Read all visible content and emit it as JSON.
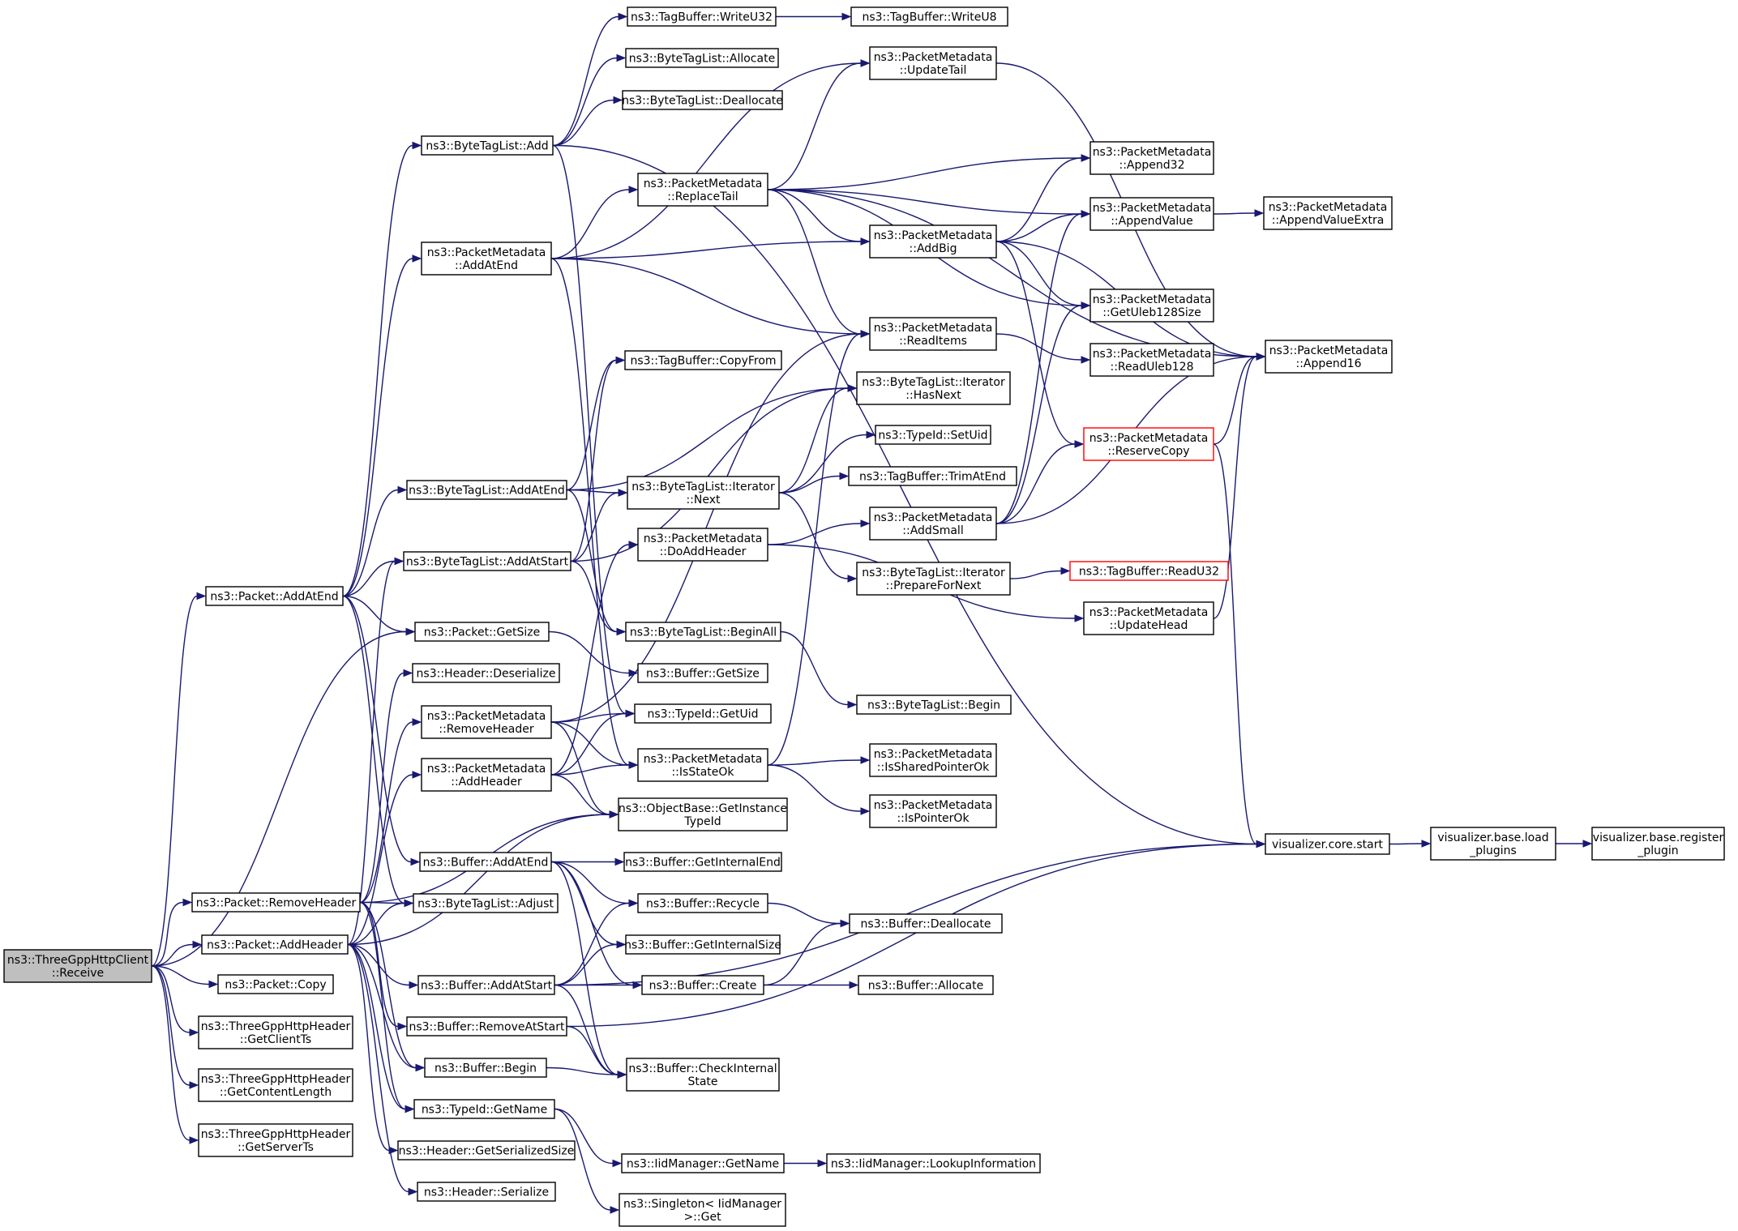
{
  "nodes": [
    {
      "id": "root",
      "lines": [
        "ns3::ThreeGppHttpClient",
        "::Receive"
      ],
      "style": "root"
    },
    {
      "id": "pkt_addatend",
      "lines": [
        "ns3::Packet::AddAtEnd"
      ]
    },
    {
      "id": "pkt_removeheader",
      "lines": [
        "ns3::Packet::RemoveHeader"
      ]
    },
    {
      "id": "pkt_addheader",
      "lines": [
        "ns3::Packet::AddHeader"
      ]
    },
    {
      "id": "pkt_copy",
      "lines": [
        "ns3::Packet::Copy"
      ]
    },
    {
      "id": "hdr_clientts",
      "lines": [
        "ns3::ThreeGppHttpHeader",
        "::GetClientTs"
      ]
    },
    {
      "id": "hdr_contentlength",
      "lines": [
        "ns3::ThreeGppHttpHeader",
        "::GetContentLength"
      ]
    },
    {
      "id": "hdr_serverts",
      "lines": [
        "ns3::ThreeGppHttpHeader",
        "::GetServerTs"
      ]
    },
    {
      "id": "btl_add",
      "lines": [
        "ns3::ByteTagList::Add"
      ]
    },
    {
      "id": "pm_addatend",
      "lines": [
        "ns3::PacketMetadata",
        "::AddAtEnd"
      ]
    },
    {
      "id": "btl_addatend",
      "lines": [
        "ns3::ByteTagList::AddAtEnd"
      ]
    },
    {
      "id": "btl_addatstart",
      "lines": [
        "ns3::ByteTagList::AddAtStart"
      ]
    },
    {
      "id": "pkt_getsize",
      "lines": [
        "ns3::Packet::GetSize"
      ]
    },
    {
      "id": "hdr_deserialize",
      "lines": [
        "ns3::Header::Deserialize"
      ]
    },
    {
      "id": "pm_removeheader",
      "lines": [
        "ns3::PacketMetadata",
        "::RemoveHeader"
      ]
    },
    {
      "id": "pm_addheader",
      "lines": [
        "ns3::PacketMetadata",
        "::AddHeader"
      ]
    },
    {
      "id": "buf_addatend",
      "lines": [
        "ns3::Buffer::AddAtEnd"
      ]
    },
    {
      "id": "btl_adjust",
      "lines": [
        "ns3::ByteTagList::Adjust"
      ]
    },
    {
      "id": "buf_addatstart",
      "lines": [
        "ns3::Buffer::AddAtStart"
      ]
    },
    {
      "id": "buf_removeatstart",
      "lines": [
        "ns3::Buffer::RemoveAtStart"
      ]
    },
    {
      "id": "buf_begin",
      "lines": [
        "ns3::Buffer::Begin"
      ]
    },
    {
      "id": "tid_getname",
      "lines": [
        "ns3::TypeId::GetName"
      ]
    },
    {
      "id": "hdr_getserializedsize",
      "lines": [
        "ns3::Header::GetSerializedSize"
      ]
    },
    {
      "id": "hdr_serialize",
      "lines": [
        "ns3::Header::Serialize"
      ]
    },
    {
      "id": "tb_writeu32",
      "lines": [
        "ns3::TagBuffer::WriteU32"
      ]
    },
    {
      "id": "btl_allocate",
      "lines": [
        "ns3::ByteTagList::Allocate"
      ]
    },
    {
      "id": "btl_deallocate",
      "lines": [
        "ns3::ByteTagList::Deallocate"
      ]
    },
    {
      "id": "pm_replacetail",
      "lines": [
        "ns3::PacketMetadata",
        "::ReplaceTail"
      ]
    },
    {
      "id": "tb_copyfrom",
      "lines": [
        "ns3::TagBuffer::CopyFrom"
      ]
    },
    {
      "id": "btli_next",
      "lines": [
        "ns3::ByteTagList::Iterator",
        "::Next"
      ]
    },
    {
      "id": "pm_doaddheader",
      "lines": [
        "ns3::PacketMetadata",
        "::DoAddHeader"
      ]
    },
    {
      "id": "btl_beginall",
      "lines": [
        "ns3::ByteTagList::BeginAll"
      ]
    },
    {
      "id": "buf_getsize",
      "lines": [
        "ns3::Buffer::GetSize"
      ]
    },
    {
      "id": "tid_getuid",
      "lines": [
        "ns3::TypeId::GetUid"
      ]
    },
    {
      "id": "pm_isstateok",
      "lines": [
        "ns3::PacketMetadata",
        "::IsStateOk"
      ]
    },
    {
      "id": "ob_getinstancetypeid",
      "lines": [
        "ns3::ObjectBase::GetInstance",
        "TypeId"
      ]
    },
    {
      "id": "buf_getinternalend",
      "lines": [
        "ns3::Buffer::GetInternalEnd"
      ]
    },
    {
      "id": "buf_recycle",
      "lines": [
        "ns3::Buffer::Recycle"
      ]
    },
    {
      "id": "buf_getinternalsize",
      "lines": [
        "ns3::Buffer::GetInternalSize"
      ]
    },
    {
      "id": "buf_create",
      "lines": [
        "ns3::Buffer::Create"
      ]
    },
    {
      "id": "buf_checkinternalstate",
      "lines": [
        "ns3::Buffer::CheckInternal",
        "State"
      ]
    },
    {
      "id": "iid_getname",
      "lines": [
        "ns3::IidManager::GetName"
      ]
    },
    {
      "id": "singleton_get",
      "lines": [
        "ns3::Singleton< IidManager",
        ">::Get"
      ]
    },
    {
      "id": "tb_writeu8",
      "lines": [
        "ns3::TagBuffer::WriteU8"
      ]
    },
    {
      "id": "pm_updatetail",
      "lines": [
        "ns3::PacketMetadata",
        "::UpdateTail"
      ]
    },
    {
      "id": "pm_addbig",
      "lines": [
        "ns3::PacketMetadata",
        "::AddBig"
      ]
    },
    {
      "id": "pm_readitems",
      "lines": [
        "ns3::PacketMetadata",
        "::ReadItems"
      ]
    },
    {
      "id": "btli_hasnext",
      "lines": [
        "ns3::ByteTagList::Iterator",
        "::HasNext"
      ]
    },
    {
      "id": "tid_setuid",
      "lines": [
        "ns3::TypeId::SetUid"
      ]
    },
    {
      "id": "tb_trimatend",
      "lines": [
        "ns3::TagBuffer::TrimAtEnd"
      ]
    },
    {
      "id": "pm_addsmall",
      "lines": [
        "ns3::PacketMetadata",
        "::AddSmall"
      ]
    },
    {
      "id": "btli_prepare",
      "lines": [
        "ns3::ByteTagList::Iterator",
        "::PrepareForNext"
      ]
    },
    {
      "id": "pm_updatehead",
      "lines": [
        "ns3::PacketMetadata",
        "::UpdateHead"
      ]
    },
    {
      "id": "btl_begin",
      "lines": [
        "ns3::ByteTagList::Begin"
      ]
    },
    {
      "id": "pm_issharedpointerok",
      "lines": [
        "ns3::PacketMetadata",
        "::IsSharedPointerOk"
      ]
    },
    {
      "id": "pm_ispointerok",
      "lines": [
        "ns3::PacketMetadata",
        "::IsPointerOk"
      ]
    },
    {
      "id": "buf_deallocate",
      "lines": [
        "ns3::Buffer::Deallocate"
      ]
    },
    {
      "id": "buf_allocate",
      "lines": [
        "ns3::Buffer::Allocate"
      ]
    },
    {
      "id": "iid_lookupinformation",
      "lines": [
        "ns3::IidManager::LookupInformation"
      ]
    },
    {
      "id": "pm_append32",
      "lines": [
        "ns3::PacketMetadata",
        "::Append32"
      ]
    },
    {
      "id": "pm_appendvalue",
      "lines": [
        "ns3::PacketMetadata",
        "::AppendValue"
      ]
    },
    {
      "id": "pm_getuleb128size",
      "lines": [
        "ns3::PacketMetadata",
        "::GetUleb128Size"
      ]
    },
    {
      "id": "pm_readuleb128",
      "lines": [
        "ns3::PacketMetadata",
        "::ReadUleb128"
      ]
    },
    {
      "id": "pm_reservecopy",
      "lines": [
        "ns3::PacketMetadata",
        "::ReserveCopy"
      ],
      "style": "red"
    },
    {
      "id": "tb_readu32",
      "lines": [
        "ns3::TagBuffer::ReadU32"
      ],
      "style": "red"
    },
    {
      "id": "vis_core_start",
      "lines": [
        "visualizer.core.start"
      ]
    },
    {
      "id": "pm_appendvalueextra",
      "lines": [
        "ns3::PacketMetadata",
        "::AppendValueExtra"
      ]
    },
    {
      "id": "pm_append16",
      "lines": [
        "ns3::PacketMetadata",
        "::Append16"
      ]
    },
    {
      "id": "vis_base_load",
      "lines": [
        "visualizer.base.load",
        "_plugins"
      ]
    },
    {
      "id": "vis_base_register",
      "lines": [
        "visualizer.base.register",
        "_plugin"
      ]
    }
  ],
  "edges": [
    [
      "root",
      "pkt_addatend"
    ],
    [
      "root",
      "pkt_removeheader"
    ],
    [
      "root",
      "pkt_addheader"
    ],
    [
      "root",
      "pkt_copy"
    ],
    [
      "root",
      "hdr_clientts"
    ],
    [
      "root",
      "hdr_contentlength"
    ],
    [
      "root",
      "hdr_serverts"
    ],
    [
      "root",
      "pkt_getsize"
    ],
    [
      "pkt_addatend",
      "btl_add"
    ],
    [
      "pkt_addatend",
      "pm_addatend"
    ],
    [
      "pkt_addatend",
      "btl_addatend"
    ],
    [
      "pkt_addatend",
      "btl_addatstart"
    ],
    [
      "pkt_addatend",
      "pkt_getsize"
    ],
    [
      "pkt_addatend",
      "buf_addatend"
    ],
    [
      "pkt_addatend",
      "btl_adjust"
    ],
    [
      "pkt_removeheader",
      "btl_adjust"
    ],
    [
      "pkt_removeheader",
      "hdr_deserialize"
    ],
    [
      "pkt_removeheader",
      "pm_removeheader"
    ],
    [
      "pkt_removeheader",
      "ob_getinstancetypeid"
    ],
    [
      "pkt_removeheader",
      "buf_removeatstart"
    ],
    [
      "pkt_removeheader",
      "buf_begin"
    ],
    [
      "pkt_removeheader",
      "tid_getname"
    ],
    [
      "pkt_addheader",
      "btl_addatstart"
    ],
    [
      "pkt_addheader",
      "pm_addheader"
    ],
    [
      "pkt_addheader",
      "btl_adjust"
    ],
    [
      "pkt_addheader",
      "buf_addatstart"
    ],
    [
      "pkt_addheader",
      "buf_begin"
    ],
    [
      "pkt_addheader",
      "tid_getname"
    ],
    [
      "pkt_addheader",
      "hdr_getserializedsize"
    ],
    [
      "pkt_addheader",
      "hdr_serialize"
    ],
    [
      "pkt_addheader",
      "ob_getinstancetypeid"
    ],
    [
      "btl_add",
      "tb_writeu32"
    ],
    [
      "btl_add",
      "btl_allocate"
    ],
    [
      "btl_add",
      "btl_deallocate"
    ],
    [
      "btl_add",
      "tid_getuid"
    ],
    [
      "btl_add",
      "vis_core_start"
    ],
    [
      "pm_addatend",
      "pm_updatetail"
    ],
    [
      "pm_addatend",
      "pm_replacetail"
    ],
    [
      "pm_addatend",
      "pm_addbig"
    ],
    [
      "pm_addatend",
      "pm_readitems"
    ],
    [
      "pm_addatend",
      "pm_isstateok"
    ],
    [
      "btl_addatend",
      "tb_copyfrom"
    ],
    [
      "btl_addatend",
      "btli_hasnext"
    ],
    [
      "btl_addatend",
      "btli_next"
    ],
    [
      "btl_addatend",
      "btl_beginall"
    ],
    [
      "btl_addatstart",
      "tb_copyfrom"
    ],
    [
      "btl_addatstart",
      "btli_hasnext"
    ],
    [
      "btl_addatstart",
      "btli_next"
    ],
    [
      "btl_addatstart",
      "btl_beginall"
    ],
    [
      "pkt_getsize",
      "buf_getsize"
    ],
    [
      "pm_removeheader",
      "pm_readitems"
    ],
    [
      "pm_removeheader",
      "tid_getuid"
    ],
    [
      "pm_removeheader",
      "pm_isstateok"
    ],
    [
      "pm_removeheader",
      "ob_getinstancetypeid"
    ],
    [
      "pm_addheader",
      "pm_doaddheader"
    ],
    [
      "pm_addheader",
      "tid_getuid"
    ],
    [
      "pm_addheader",
      "pm_isstateok"
    ],
    [
      "pm_addheader",
      "ob_getinstancetypeid"
    ],
    [
      "buf_addatend",
      "buf_getinternalend"
    ],
    [
      "buf_addatend",
      "buf_recycle"
    ],
    [
      "buf_addatend",
      "buf_getinternalsize"
    ],
    [
      "buf_addatend",
      "buf_create"
    ],
    [
      "buf_addatend",
      "buf_checkinternalstate"
    ],
    [
      "buf_addatstart",
      "buf_recycle"
    ],
    [
      "buf_addatstart",
      "buf_getinternalsize"
    ],
    [
      "buf_addatstart",
      "buf_create"
    ],
    [
      "buf_addatstart",
      "buf_checkinternalstate"
    ],
    [
      "buf_addatstart",
      "vis_core_start"
    ],
    [
      "buf_removeatstart",
      "buf_checkinternalstate"
    ],
    [
      "buf_removeatstart",
      "vis_core_start"
    ],
    [
      "buf_begin",
      "buf_checkinternalstate"
    ],
    [
      "tid_getname",
      "iid_getname"
    ],
    [
      "tid_getname",
      "singleton_get"
    ],
    [
      "tb_writeu32",
      "tb_writeu8"
    ],
    [
      "pm_replacetail",
      "pm_updatetail"
    ],
    [
      "pm_replacetail",
      "pm_append32"
    ],
    [
      "pm_replacetail",
      "pm_appendvalue"
    ],
    [
      "pm_replacetail",
      "pm_addbig"
    ],
    [
      "pm_replacetail",
      "pm_getuleb128size"
    ],
    [
      "pm_replacetail",
      "pm_readitems"
    ],
    [
      "pm_replacetail",
      "pm_append16"
    ],
    [
      "btli_next",
      "btli_hasnext"
    ],
    [
      "btli_next",
      "tid_setuid"
    ],
    [
      "btli_next",
      "tb_trimatend"
    ],
    [
      "btli_next",
      "btli_prepare"
    ],
    [
      "pm_doaddheader",
      "pm_addsmall"
    ],
    [
      "pm_doaddheader",
      "pm_updatehead"
    ],
    [
      "btl_beginall",
      "btl_begin"
    ],
    [
      "pm_isstateok",
      "pm_issharedpointerok"
    ],
    [
      "pm_isstateok",
      "pm_ispointerok"
    ],
    [
      "pm_isstateok",
      "pm_readitems"
    ],
    [
      "buf_recycle",
      "buf_deallocate"
    ],
    [
      "buf_create",
      "buf_allocate"
    ],
    [
      "buf_create",
      "buf_deallocate"
    ],
    [
      "iid_getname",
      "iid_lookupinformation"
    ],
    [
      "pm_updatetail",
      "pm_append16"
    ],
    [
      "pm_addbig",
      "pm_append32"
    ],
    [
      "pm_addbig",
      "pm_appendvalue"
    ],
    [
      "pm_addbig",
      "pm_getuleb128size"
    ],
    [
      "pm_addbig",
      "pm_reservecopy"
    ],
    [
      "pm_addbig",
      "pm_append16"
    ],
    [
      "pm_readitems",
      "pm_readuleb128"
    ],
    [
      "pm_addsmall",
      "pm_appendvalue"
    ],
    [
      "pm_addsmall",
      "pm_getuleb128size"
    ],
    [
      "pm_addsmall",
      "pm_reservecopy"
    ],
    [
      "pm_addsmall",
      "pm_append16"
    ],
    [
      "btli_prepare",
      "tb_readu32"
    ],
    [
      "pm_updatehead",
      "pm_append16"
    ],
    [
      "pm_appendvalue",
      "pm_appendvalueextra"
    ],
    [
      "pm_reservecopy",
      "pm_append16"
    ],
    [
      "pm_reservecopy",
      "vis_core_start"
    ],
    [
      "vis_core_start",
      "vis_base_load"
    ],
    [
      "vis_base_load",
      "vis_base_register"
    ]
  ]
}
